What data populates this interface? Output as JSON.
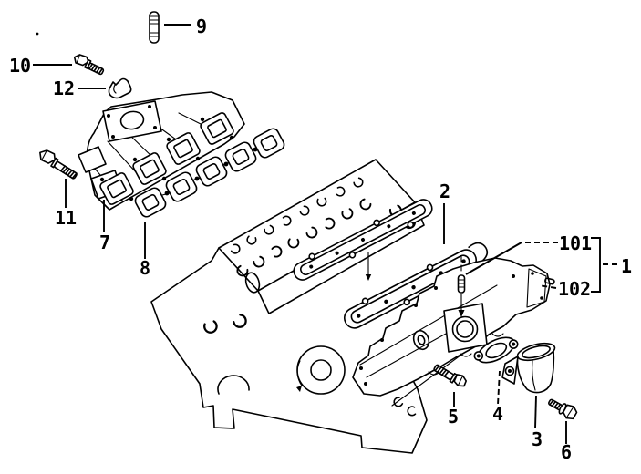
{
  "diagram": {
    "kind": "exploded-parts-diagram",
    "subject": "engine cylinder block with intake and exhaust manifolds",
    "background_color": "#ffffff",
    "line_color": "#000000"
  },
  "callouts": {
    "c1": {
      "label": "1",
      "part": "manifold assembly (grouped 101 + 102)"
    },
    "c2": {
      "label": "2",
      "part": "manifold gasket"
    },
    "c3": {
      "label": "3",
      "part": "outlet elbow connector"
    },
    "c4": {
      "label": "4",
      "part": "elbow flange gasket"
    },
    "c5": {
      "label": "5",
      "part": "bolt"
    },
    "c6": {
      "label": "6",
      "part": "bolt"
    },
    "c7": {
      "label": "7",
      "part": "exhaust manifold"
    },
    "c8": {
      "label": "8",
      "part": "exhaust manifold gasket set"
    },
    "c9": {
      "label": "9",
      "part": "stud"
    },
    "c10": {
      "label": "10",
      "part": "bolt"
    },
    "c11": {
      "label": "11",
      "part": "bolt"
    },
    "c12": {
      "label": "12",
      "part": "clamp clip"
    },
    "c101": {
      "label": "101",
      "part": "intake manifold stud (upper)"
    },
    "c102": {
      "label": "102",
      "part": "intake manifold stud (end)"
    }
  }
}
